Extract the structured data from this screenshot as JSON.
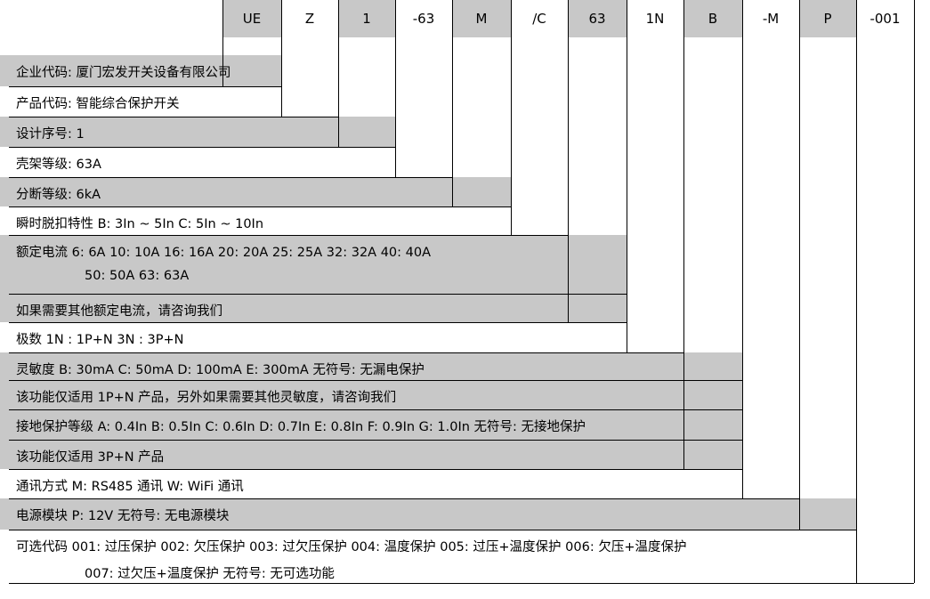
{
  "colors": {
    "gray": "#c8c8c8",
    "white": "#ffffff",
    "line": "#000000"
  },
  "codes": [
    {
      "text": "UE"
    },
    {
      "text": "Z"
    },
    {
      "text": "1"
    },
    {
      "text": "-63"
    },
    {
      "text": "M"
    },
    {
      "text": "/C"
    },
    {
      "text": "63"
    },
    {
      "text": "1N"
    },
    {
      "text": "B"
    },
    {
      "text": "-M"
    },
    {
      "text": "P"
    },
    {
      "text": "-001"
    }
  ],
  "rows": [
    {
      "text": "企业代码: 厦门宏发开关设备有限公司",
      "shade": "gray"
    },
    {
      "text": "产品代码: 智能综合保护开关",
      "shade": "white"
    },
    {
      "text": "设计序号: 1",
      "shade": "gray"
    },
    {
      "text": "壳架等级: 63A",
      "shade": "white"
    },
    {
      "text": "分断等级: 6kA",
      "shade": "gray"
    },
    {
      "text": "瞬时脱扣特性 B: 3In ~ 5In      C: 5In ~ 10In",
      "shade": "white"
    },
    {
      "text": "额定电流 6: 6A   10: 10A   16: 16A   20: 20A   25: 25A   32: 32A   40: 40A",
      "text2": "50: 50A   63: 63A",
      "shade": "gray"
    },
    {
      "text": "如果需要其他额定电流，请咨询我们",
      "shade": "gray"
    },
    {
      "text": "极数 1N : 1P+N        3N : 3P+N",
      "shade": "white"
    },
    {
      "text": "灵敏度 B: 30mA      C: 50mA      D: 100mA      E: 300mA    无符号: 无漏电保护",
      "shade": "gray"
    },
    {
      "text": "该功能仅适用 1P+N 产品，另外如果需要其他灵敏度，请咨询我们",
      "shade": "gray"
    },
    {
      "text": "接地保护等级 A: 0.4In  B: 0.5In C: 0.6In  D: 0.7In  E: 0.8In  F: 0.9In G: 1.0In  无符号: 无接地保护",
      "shade": "gray"
    },
    {
      "text": "该功能仅适用 3P+N 产品",
      "shade": "gray"
    },
    {
      "text": "通讯方式 M: RS485 通讯      W: WiFi 通讯",
      "shade": "white"
    },
    {
      "text": "电源模块 P: 12V      无符号: 无电源模块",
      "shade": "gray"
    },
    {
      "text": "可选代码 001: 过压保护    002: 欠压保护    003: 过欠压保护    004: 温度保护    005: 过压+温度保护    006: 欠压+温度保护",
      "text2": "007: 过欠压+温度保护    无符号: 无可选功能",
      "shade": "white"
    }
  ]
}
